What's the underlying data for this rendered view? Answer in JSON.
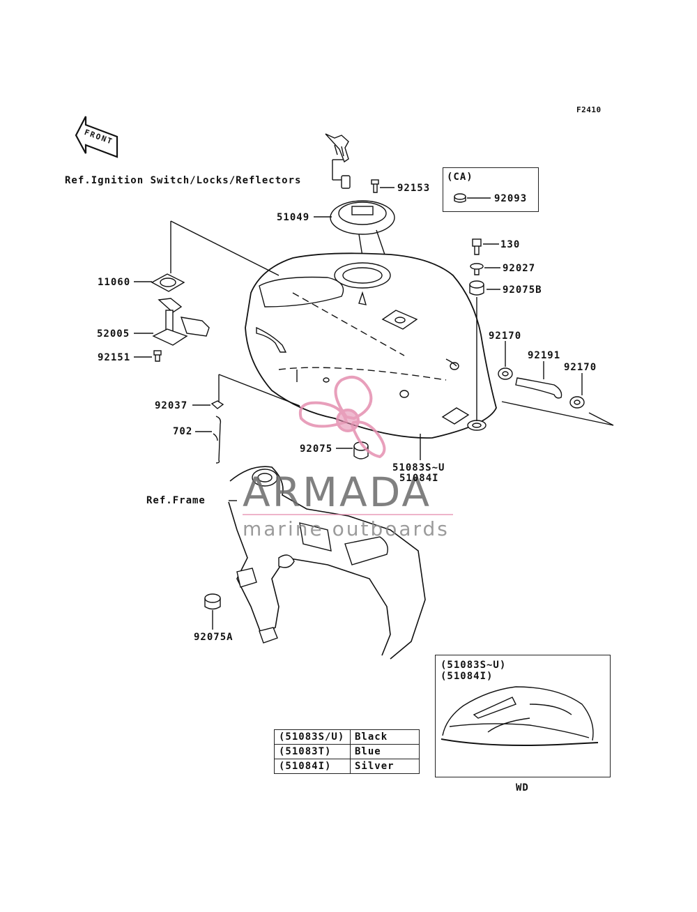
{
  "figure_code": "F2410",
  "front_label": "FRONT",
  "refs": {
    "ignition": "Ref.Ignition Switch/Locks/Reflectors",
    "frame": "Ref.Frame"
  },
  "parts": {
    "p92153": "92153",
    "p51049": "51049",
    "p11060": "11060",
    "p52005": "52005",
    "p92151": "92151",
    "p92037": "92037",
    "p702": "702",
    "p92075": "92075",
    "p130": "130",
    "p92027": "92027",
    "p92075b": "92075B",
    "p92170a": "92170",
    "p92191": "92191",
    "p92170b": "92170",
    "p51083su": "51083S~U",
    "p51084i": "51084I",
    "p92075a": "92075A",
    "p92093": "92093"
  },
  "ca_box": {
    "title": "(CA)"
  },
  "wd_box": {
    "line1": "(51083S~U)",
    "line2": "(51084I)",
    "caption": "WD"
  },
  "color_table": [
    {
      "code": "(51083S/U)",
      "color": "Black"
    },
    {
      "code": "(51083T)",
      "color": "Blue"
    },
    {
      "code": "(51084I)",
      "color": "Silver"
    }
  ],
  "watermark": {
    "title": "ARMADA",
    "subtitle": "marine outboards",
    "accent": "#e58fb0"
  },
  "colors": {
    "ink": "#111111",
    "watermark_pink": "#e58fb0",
    "watermark_gray": "#6b6b6b"
  }
}
